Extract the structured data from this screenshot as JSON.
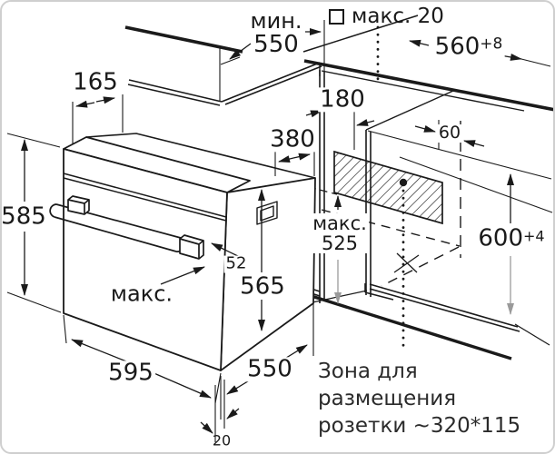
{
  "diagram": {
    "kind": "built-in oven installation drawing",
    "dimensions": {
      "niche_depth_min": {
        "prefix": "мин.",
        "value": "550"
      },
      "rear_gap_max": {
        "icon": "square-outline",
        "label": "макс. 20"
      },
      "niche_width": {
        "value": "560",
        "tolerance": "+8"
      },
      "top_depth": {
        "value": "165"
      },
      "rear_offset": {
        "value": "180"
      },
      "top_rear_depth": {
        "value": "380"
      },
      "oven_height": {
        "value": "585"
      },
      "handle_depth": {
        "value": "52"
      },
      "body_height": {
        "prefix": "макс.",
        "value": "565"
      },
      "socket_height_max": {
        "prefix": "макс.",
        "value": "525"
      },
      "socket_offset": {
        "value": "60"
      },
      "niche_height": {
        "value": "600",
        "tolerance": "+4"
      },
      "oven_width": {
        "value": "595"
      },
      "body_depth": {
        "value": "550"
      },
      "bottom_gap": {
        "value": "20"
      },
      "socket_zone_note": {
        "line1": "Зона для",
        "line2": "размещения",
        "line3": "розетки ~320*115"
      }
    },
    "colors": {
      "line": "#1a1a1a",
      "dim_gray": "#9a9a9a",
      "background": "#ffffff"
    }
  }
}
